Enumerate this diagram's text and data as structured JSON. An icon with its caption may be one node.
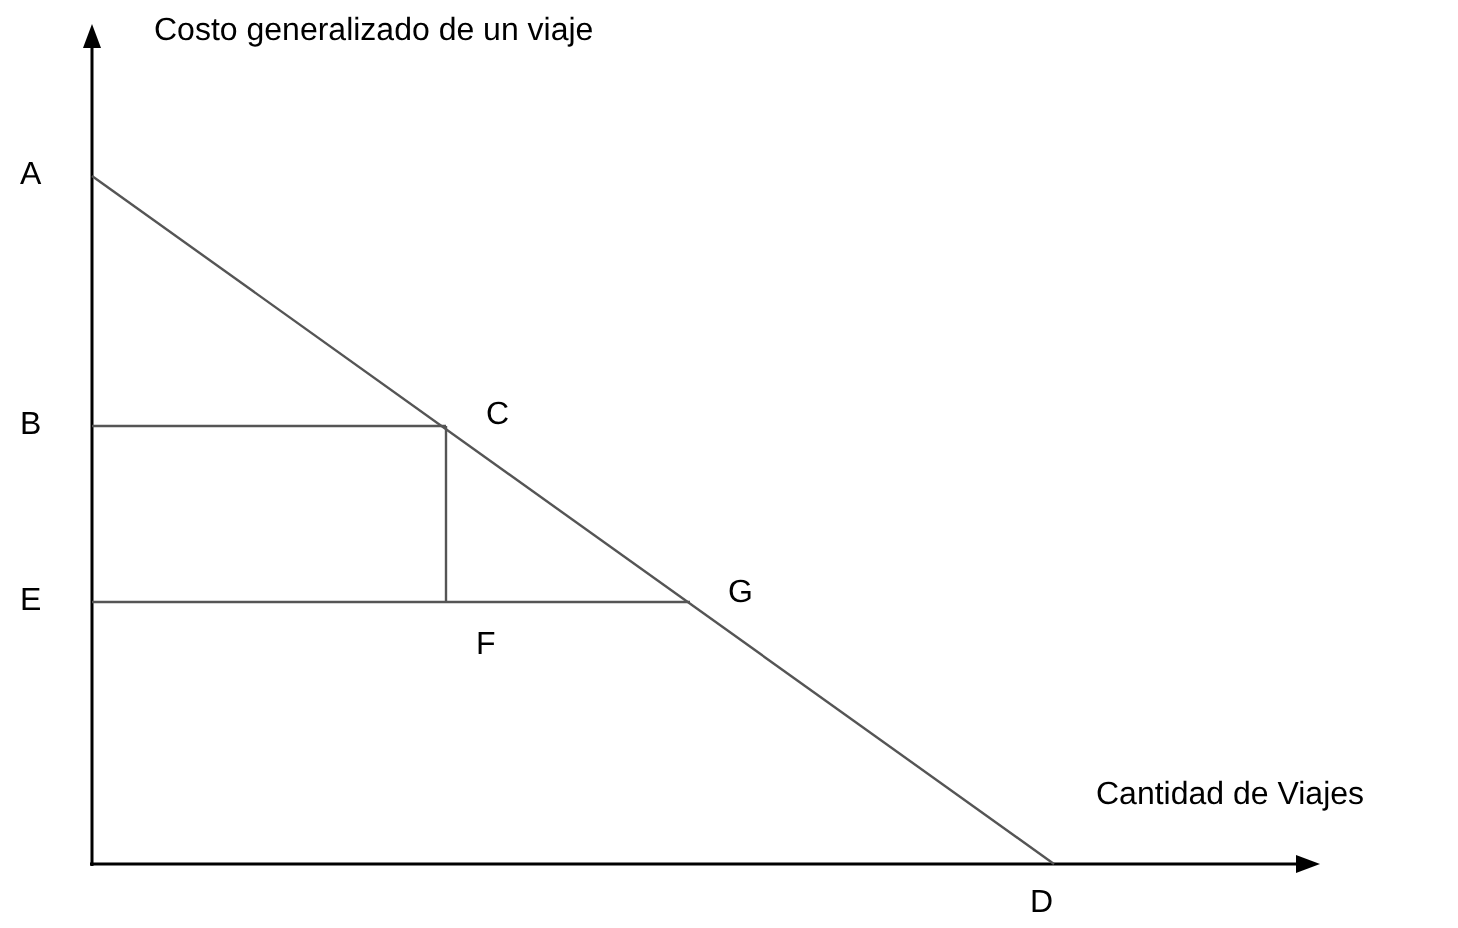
{
  "diagram": {
    "labels": [
      "Costo generalizado de un viaje",
      "A",
      "B",
      "C",
      "E",
      "G",
      "F",
      "Cantidad de Viajes",
      "D"
    ]
  }
}
